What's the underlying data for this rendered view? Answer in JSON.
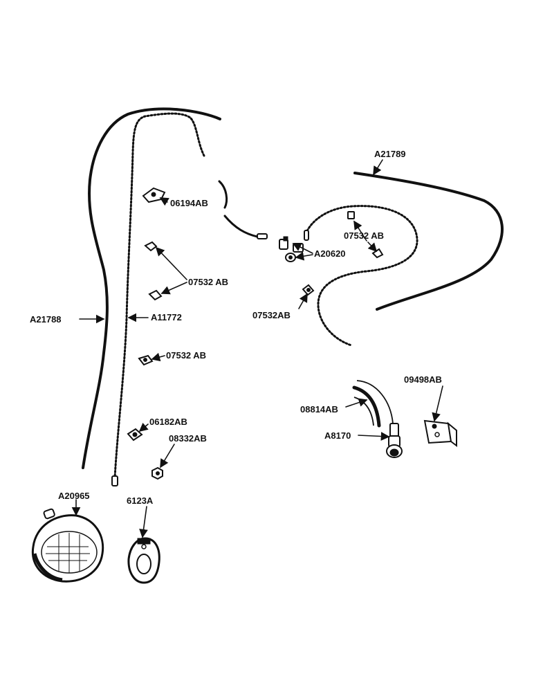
{
  "labels": {
    "a21788": "A21788",
    "a11772": "A11772",
    "a21789": "A21789",
    "p06194ab": "06194AB",
    "p07532ab_1": "07532 AB",
    "p07532ab_2": "07532 AB",
    "p07532ab_3": "07532 AB",
    "p07532ab_4": "07532AB",
    "a20620": "A20620",
    "p06182ab": "06182AB",
    "p08332ab": "08332AB",
    "a20965": "A20965",
    "p6123a": "6123A",
    "p09498ab": "09498AB",
    "p08814ab": "08814AB",
    "a8170": "A8170"
  }
}
